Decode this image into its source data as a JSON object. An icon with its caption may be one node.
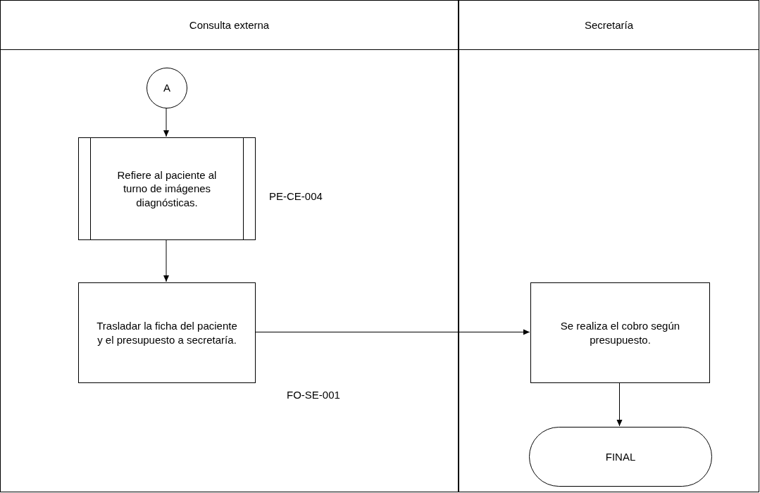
{
  "diagram": {
    "nodes": [
      {
        "text": [
          "Consulta externa"
        ]
      },
      {
        "text": [
          "Secretaría"
        ]
      },
      {
        "text": [
          "A"
        ],
        "in": 0
      },
      {
        "text": [
          "Refiere al paciente al turno de imágenes diagnósticas."
        ],
        "in": 0,
        "beside": [
          "PE-CE-004"
        ]
      },
      {
        "text": [
          "Trasladar la ficha del paciente y el presupuesto a secretaría."
        ],
        "in": 0,
        "beside": [
          "FO-SE-001"
        ]
      },
      {
        "text": [
          "Se realiza el cobro según presupuesto."
        ],
        "in": 1
      },
      {
        "text": [
          "FINAL"
        ],
        "in": 1
      }
    ],
    "edges": [
      {
        "from": 2,
        "to": 3,
        "arrow": "to"
      },
      {
        "from": 3,
        "to": 4,
        "arrow": "to"
      },
      {
        "from": 4,
        "to": 5,
        "arrow": "to"
      },
      {
        "from": 5,
        "to": 6,
        "arrow": "to"
      }
    ]
  }
}
